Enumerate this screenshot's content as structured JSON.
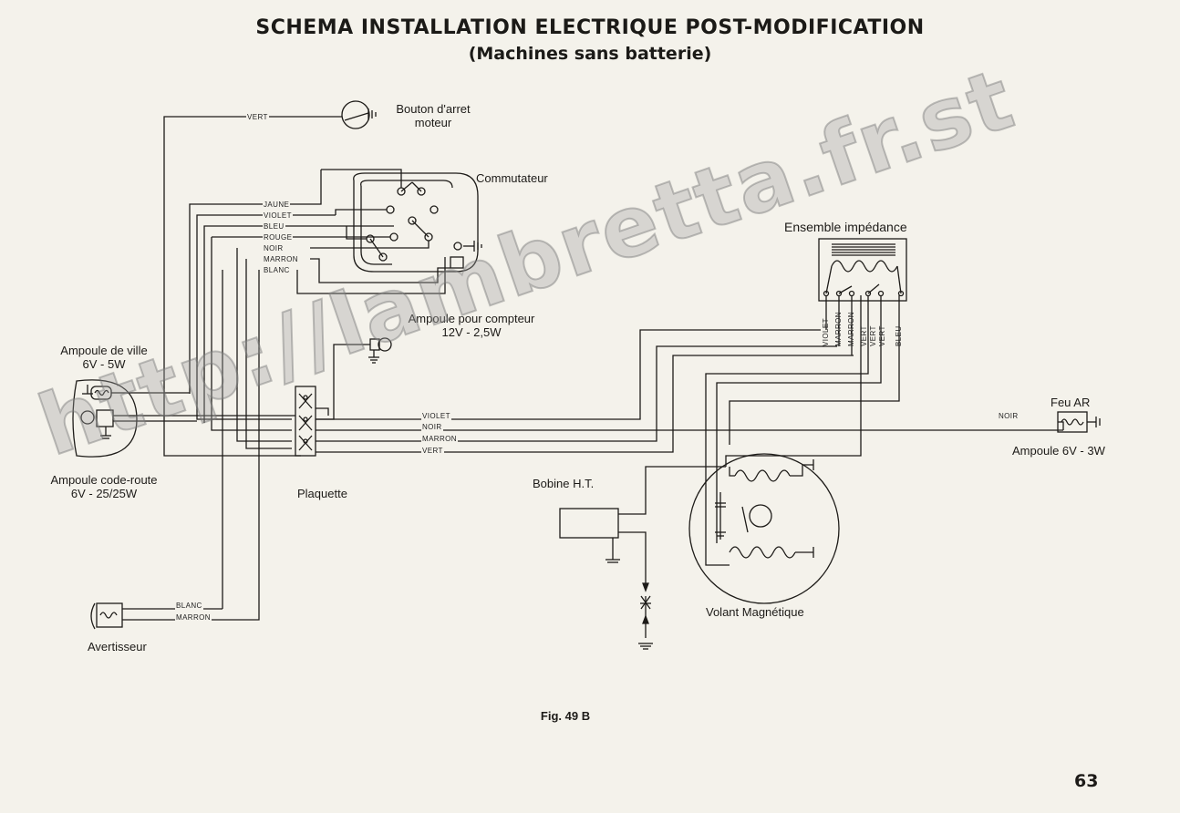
{
  "header": {
    "title": "SCHEMA INSTALLATION ELECTRIQUE POST-MODIFICATION",
    "subtitle": "(Machines sans batterie)"
  },
  "components": {
    "stop_button": [
      "Bouton d'arret",
      "moteur"
    ],
    "switch": "Commutateur",
    "impedance": "Ensemble impédance",
    "meter_lamp": [
      "Ampoule pour compteur",
      "12V - 2,5W"
    ],
    "city_lamp": [
      "Ampoule de ville",
      "6V - 5W"
    ],
    "headlamp": [
      "Ampoule code-route",
      "6V - 25/25W"
    ],
    "terminal_board": "Plaquette",
    "rear_lamp_title": "Feu AR",
    "rear_lamp_spec": "Ampoule 6V - 3W",
    "coil": "Bobine H.T.",
    "flywheel": "Volant Magnétique",
    "horn": "Avertisseur"
  },
  "wires": {
    "stop": "VERT",
    "switch": [
      "JAUNE",
      "VIOLET",
      "BLEU",
      "ROUGE",
      "NOIR",
      "MARRON",
      "BLANC"
    ],
    "board": [
      "VIOLET",
      "NOIR",
      "MARRON",
      "VERT"
    ],
    "impedance": [
      "VIOLET",
      "MARRON",
      "MARRON",
      "VERT",
      "VERT",
      "VERT",
      "BLEU"
    ],
    "rear": "NOIR",
    "horn": [
      "BLANC",
      "MARRON"
    ]
  },
  "footer": {
    "figure": "Fig. 49 B",
    "page": "63"
  },
  "watermark": "http://lambretta.fr.st",
  "colors": {
    "paper": "#f4f2eb",
    "ink": "#1d1b18",
    "watermark": "#a0a0a0"
  }
}
